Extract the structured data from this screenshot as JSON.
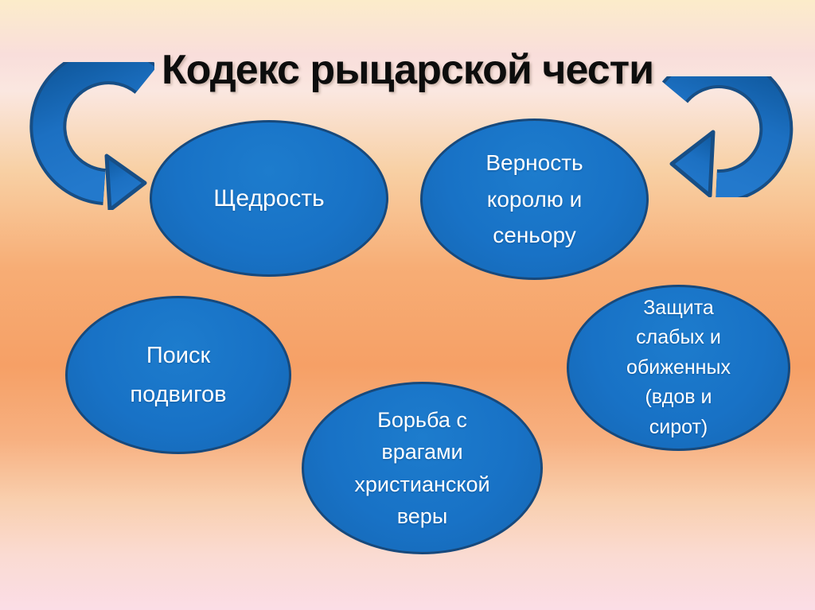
{
  "slide": {
    "title": "Кодекс рыцарской чести",
    "bubbles": [
      {
        "id": "generosity",
        "lines": [
          "Щедрость"
        ]
      },
      {
        "id": "loyalty",
        "lines": [
          "Верность",
          "королю и",
          "сеньору"
        ]
      },
      {
        "id": "feats",
        "lines": [
          "Поиск",
          "подвигов"
        ]
      },
      {
        "id": "faith",
        "lines": [
          "Борьба с",
          "врагами",
          "христианской",
          "веры"
        ]
      },
      {
        "id": "protection",
        "lines": [
          "Защита",
          "слабых и",
          "обиженных",
          "(вдов и",
          "сирот)"
        ]
      }
    ],
    "icons": {
      "left_arrow": "curved-arrow-sweep-down-right",
      "right_arrow": "curved-arrow-sweep-down-left"
    },
    "colors": {
      "bubble_fill": "#1872C6",
      "bubble_border": "#17497C",
      "arrow_fill": "#1C70C2",
      "arrow_outline": "#174E85",
      "title": "#0D0D0D",
      "bubble_text": "#FFFFFF"
    }
  }
}
